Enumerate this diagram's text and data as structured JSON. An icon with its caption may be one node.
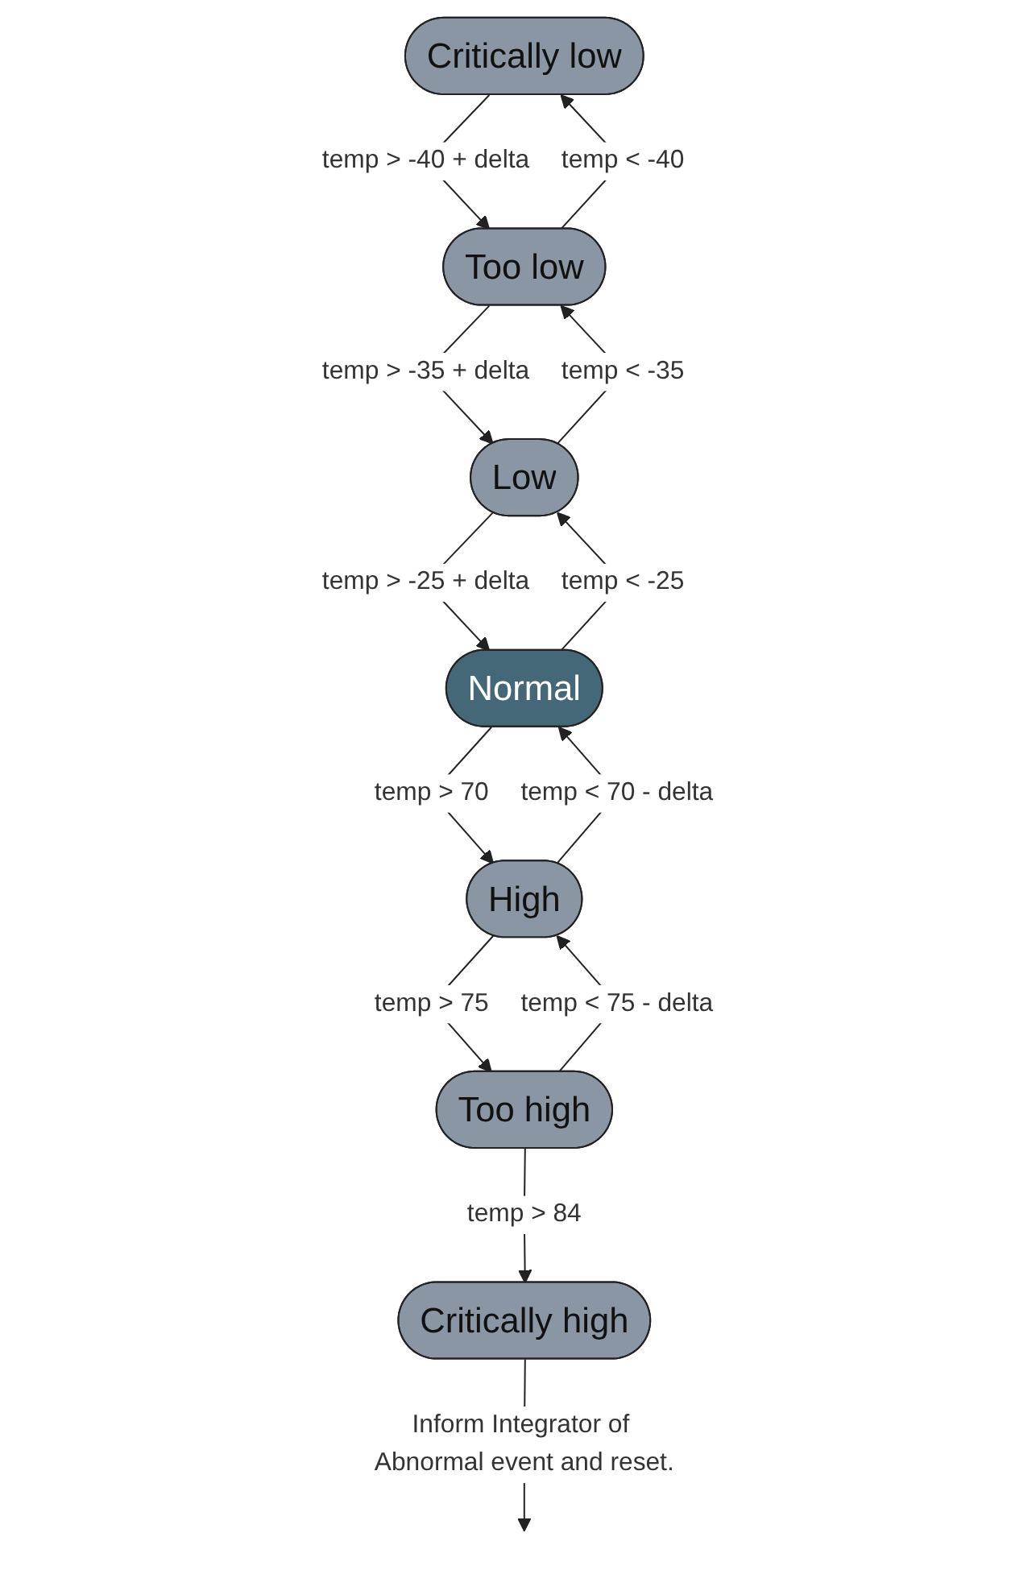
{
  "diagram": {
    "nodes": [
      {
        "text": [
          "Critically low"
        ]
      },
      {
        "text": [
          "Too low"
        ]
      },
      {
        "text": [
          "Low"
        ]
      },
      {
        "text": [
          "Normal"
        ]
      },
      {
        "text": [
          "High"
        ]
      },
      {
        "text": [
          "Too high"
        ]
      },
      {
        "text": [
          "Critically high"
        ]
      }
    ],
    "edges": [
      {
        "from": 1,
        "to": 0,
        "arrow": "to",
        "label": "temp < -40"
      },
      {
        "from": 0,
        "to": 1,
        "arrow": "to",
        "label": "temp > -40 + delta"
      },
      {
        "from": 2,
        "to": 1,
        "arrow": "to",
        "label": "temp < -35"
      },
      {
        "from": 1,
        "to": 2,
        "arrow": "to",
        "label": "temp > -35 + delta"
      },
      {
        "from": 3,
        "to": 2,
        "arrow": "to",
        "label": "temp < -25"
      },
      {
        "from": 2,
        "to": 3,
        "arrow": "to",
        "label": "temp > -25 + delta"
      },
      {
        "from": 3,
        "to": 4,
        "arrow": "to",
        "label": "temp > 70"
      },
      {
        "from": 4,
        "to": 3,
        "arrow": "to",
        "label": "temp < 70 - delta"
      },
      {
        "from": 4,
        "to": 5,
        "arrow": "to",
        "label": "temp > 75"
      },
      {
        "from": 5,
        "to": 4,
        "arrow": "to",
        "label": "temp < 75 - delta"
      },
      {
        "from": 5,
        "to": 6,
        "arrow": "to",
        "label": "temp > 84"
      },
      {
        "from": 6,
        "to": null,
        "arrow": "to",
        "label": "Inform Integrator of Abnormal event and reset."
      }
    ]
  }
}
